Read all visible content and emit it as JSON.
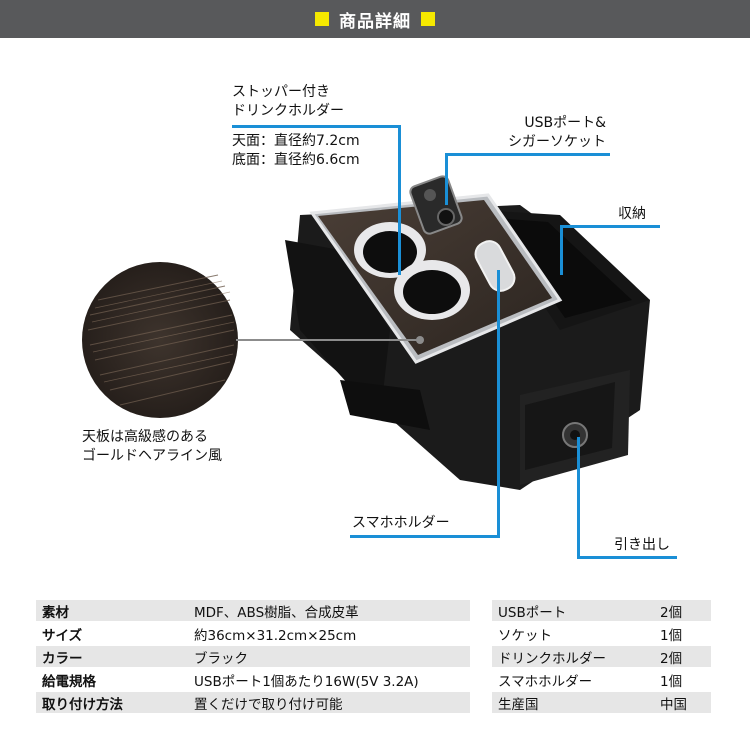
{
  "header": {
    "title": "商品詳細"
  },
  "callouts": {
    "drink_holder_line1": "ストッパー付き",
    "drink_holder_line2": "ドリンクホルダー",
    "diameter_top": "天面：直径約7.2cm",
    "diameter_bottom": "底面：直径約6.6cm",
    "usb_line1": "USBポート&",
    "usb_line2": "シガーソケット",
    "storage": "収納",
    "top_panel_line1": "天板は高級感のある",
    "top_panel_line2": "ゴールドヘアライン風",
    "phone_holder": "スマホホルダー",
    "drawer": "引き出し"
  },
  "specs_left": [
    {
      "key": "素材",
      "value": "MDF、ABS樹脂、合成皮革"
    },
    {
      "key": "サイズ",
      "value": "約36cm×31.2cm×25cm"
    },
    {
      "key": "カラー",
      "value": "ブラック"
    },
    {
      "key": "給電規格",
      "value": "USBポート1個あたり16W(5V 3.2A)"
    },
    {
      "key": "取り付け方法",
      "value": "置くだけで取り付け可能"
    }
  ],
  "specs_right": [
    {
      "key": "USBポート",
      "value": "2個"
    },
    {
      "key": "ソケット",
      "value": "1個"
    },
    {
      "key": "ドリンクホルダー",
      "value": "2個"
    },
    {
      "key": "スマホホルダー",
      "value": "1個"
    },
    {
      "key": "生産国",
      "value": "中国"
    }
  ],
  "colors": {
    "accent_line": "#1a8fd6",
    "header_bg": "#58595b",
    "header_square": "#f5e800",
    "row_shade": "#e6e6e6"
  }
}
